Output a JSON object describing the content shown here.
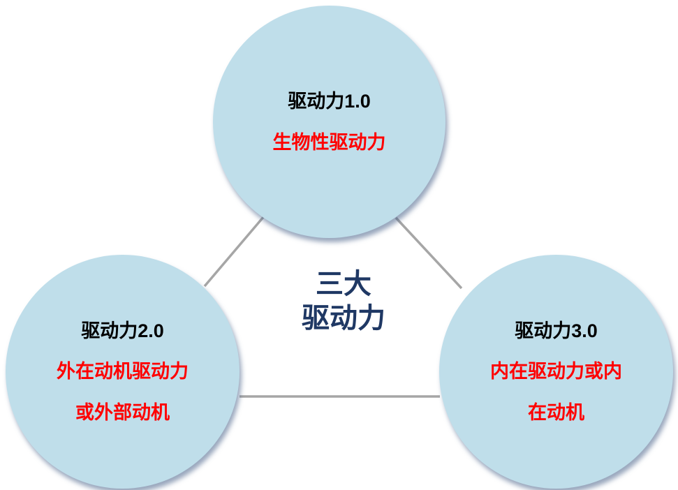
{
  "center": {
    "line1": "三大",
    "line2": "驱动力",
    "color": "#1F3864"
  },
  "nodes": [
    {
      "id": "driving-force-1",
      "title": "驱动力1.0",
      "subtitle_lines": [
        "生物性驱动力"
      ]
    },
    {
      "id": "driving-force-2",
      "title": "驱动力2.0",
      "subtitle_lines": [
        "外在动机驱动力",
        "或外部动机"
      ]
    },
    {
      "id": "driving-force-3",
      "title": "驱动力3.0",
      "subtitle_lines": [
        "内在驱动力或内",
        "在动机"
      ]
    }
  ],
  "colors": {
    "circle_fill": "#BFDEEA",
    "node_title": "#000000",
    "node_subtitle": "#FF0000",
    "center_text": "#1F3864",
    "connector_line": "#A6A6A6"
  }
}
